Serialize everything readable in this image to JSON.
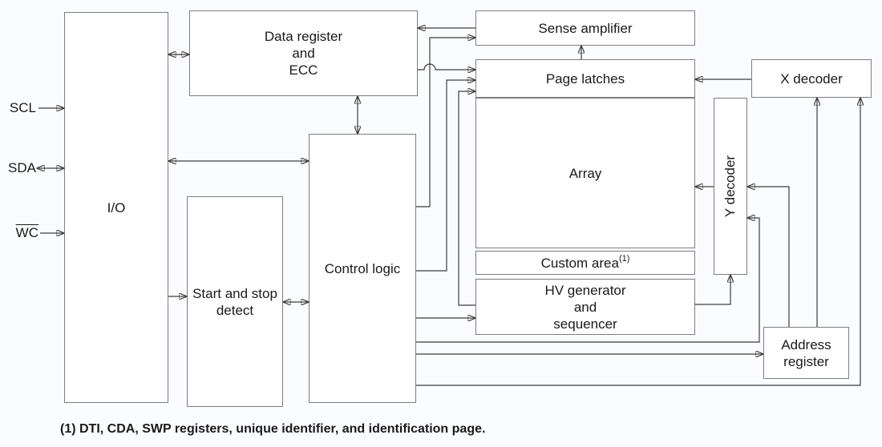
{
  "signals": {
    "scl": "SCL",
    "sda": "SDA",
    "wc": "WC"
  },
  "blocks": {
    "io": {
      "label": "I/O"
    },
    "data_register": {
      "lines": [
        "Data register",
        "and",
        "ECC"
      ]
    },
    "start_stop": {
      "lines": [
        "Start and stop",
        "detect"
      ]
    },
    "control_logic": {
      "label": "Control logic"
    },
    "sense_amplifier": {
      "label": "Sense amplifier"
    },
    "page_latches": {
      "label": "Page latches"
    },
    "array": {
      "label": "Array"
    },
    "custom_area": {
      "label": "Custom area",
      "sup": "(1)"
    },
    "hv_generator": {
      "lines": [
        "HV generator",
        "and",
        "sequencer"
      ]
    },
    "x_decoder": {
      "label": "X decoder"
    },
    "y_decoder": {
      "label": "Y decoder"
    },
    "address_register": {
      "lines": [
        "Address",
        "register"
      ]
    }
  },
  "footnote": "(1) DTI, CDA, SWP registers, unique identifier, and identification page.",
  "colors": {
    "background": "#fbfcff",
    "box_fill": "#ffffff",
    "box_border": "#7e7e7e",
    "wire": "#3d3d3d",
    "arrowhead": "#111111",
    "text": "#1a1a1a"
  }
}
